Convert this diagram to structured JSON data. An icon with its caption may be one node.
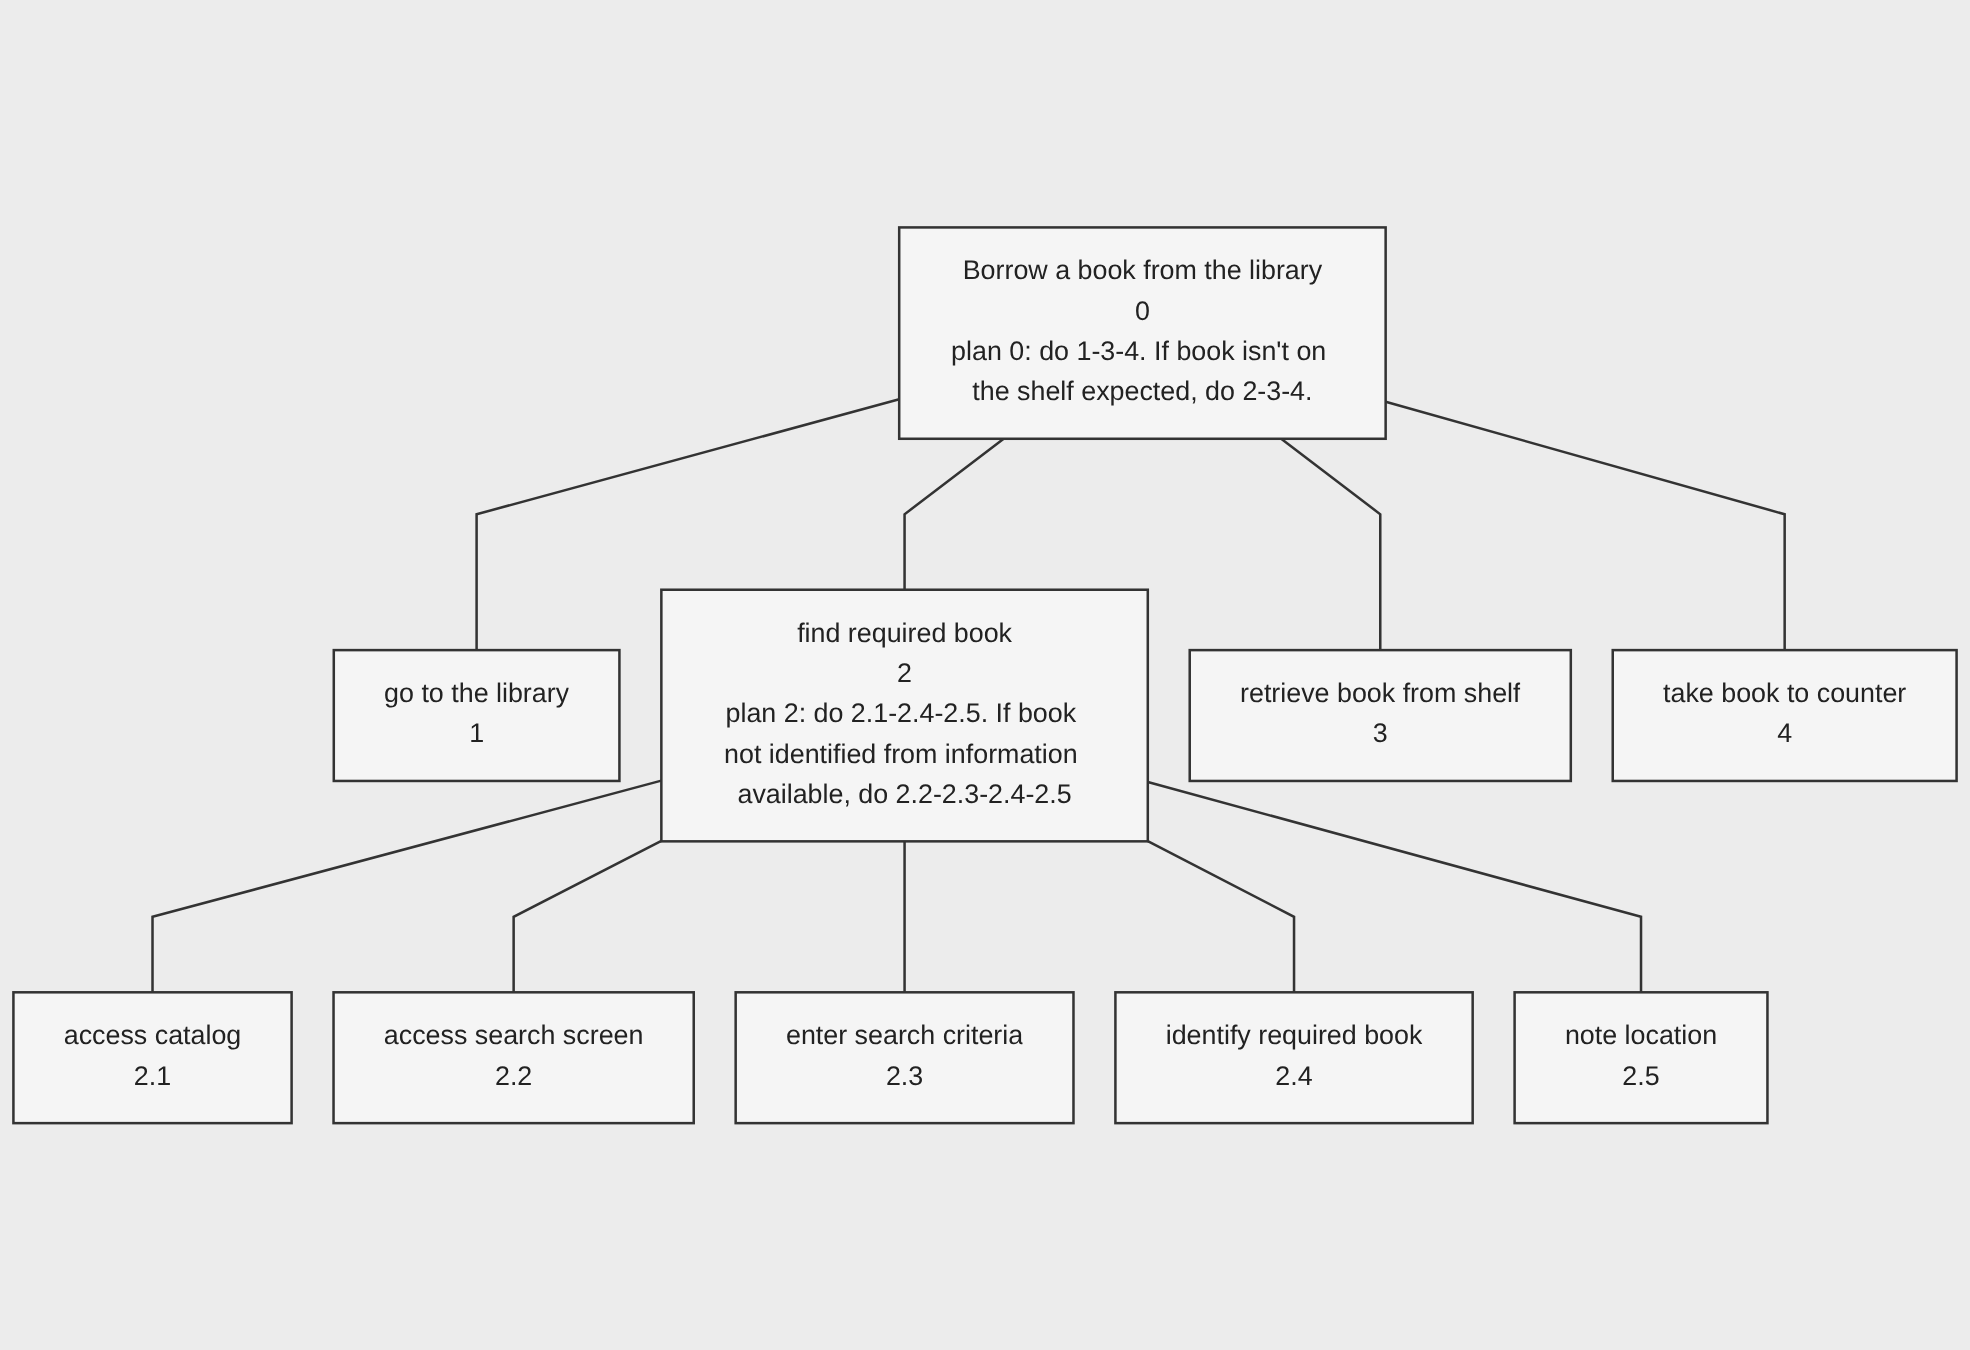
{
  "diagram": {
    "nodes": [
      {
        "text": [
          "Borrow a book from the library",
          "0",
          "plan 0: do 1-3-4. If book isn't on the shelf expected, do 2-3-4."
        ]
      },
      {
        "text": [
          "go to the library",
          "1"
        ]
      },
      {
        "text": [
          "find required book",
          "2",
          "plan 2: do 2.1-2.4-2.5. If book not identified from information available, do 2.2-2.3-2.4-2.5"
        ]
      },
      {
        "text": [
          "retrieve book from shelf",
          "3"
        ]
      },
      {
        "text": [
          "take book to counter",
          "4"
        ]
      },
      {
        "text": [
          "access catalog",
          "2.1"
        ]
      },
      {
        "text": [
          "access search screen",
          "2.2"
        ]
      },
      {
        "text": [
          "enter search criteria",
          "2.3"
        ]
      },
      {
        "text": [
          "identify required book",
          "2.4"
        ]
      },
      {
        "text": [
          "note location",
          "2.5"
        ]
      }
    ],
    "edges": [
      {
        "from": 0,
        "to": 1,
        "arrow": "none"
      },
      {
        "from": 0,
        "to": 2,
        "arrow": "none"
      },
      {
        "from": 0,
        "to": 3,
        "arrow": "none"
      },
      {
        "from": 0,
        "to": 4,
        "arrow": "none"
      },
      {
        "from": 2,
        "to": 5,
        "arrow": "none"
      },
      {
        "from": 2,
        "to": 6,
        "arrow": "none"
      },
      {
        "from": 2,
        "to": 7,
        "arrow": "none"
      },
      {
        "from": 2,
        "to": 8,
        "arrow": "none"
      },
      {
        "from": 2,
        "to": 9,
        "arrow": "none"
      }
    ]
  }
}
